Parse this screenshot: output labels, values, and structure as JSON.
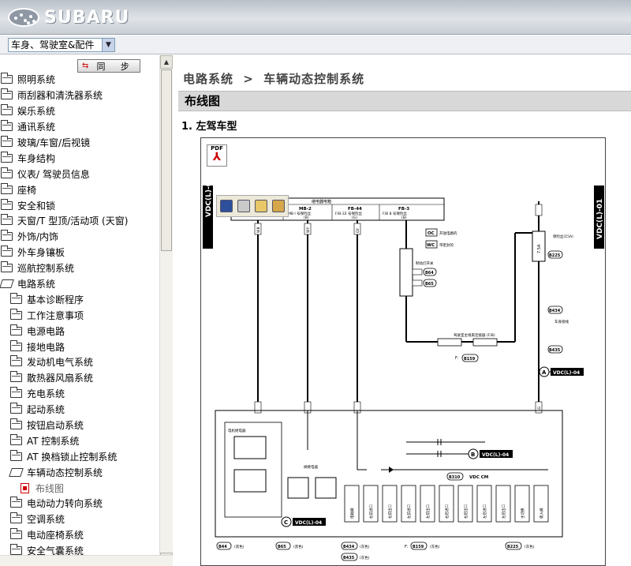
{
  "app": {
    "logo_text": "SUBARU"
  },
  "selector": {
    "value": "车身、驾驶室&配件"
  },
  "sidebar": {
    "sync_label": "同  步",
    "items": [
      {
        "label": "照明系统",
        "level": 0,
        "icon": "folder-icon"
      },
      {
        "label": "雨刮器和清洗器系统",
        "level": 0,
        "icon": "folder-icon"
      },
      {
        "label": "娱乐系统",
        "level": 0,
        "icon": "folder-icon"
      },
      {
        "label": "通讯系统",
        "level": 0,
        "icon": "folder-icon"
      },
      {
        "label": "玻璃/车窗/后视镜",
        "level": 0,
        "icon": "folder-icon"
      },
      {
        "label": "车身结构",
        "level": 0,
        "icon": "folder-icon"
      },
      {
        "label": "仪表/ 驾驶员信息",
        "level": 0,
        "icon": "folder-icon"
      },
      {
        "label": "座椅",
        "level": 0,
        "icon": "folder-icon"
      },
      {
        "label": "安全和锁",
        "level": 0,
        "icon": "folder-icon"
      },
      {
        "label": "天窗/T 型顶/活动项 (天窗)",
        "level": 0,
        "icon": "folder-icon"
      },
      {
        "label": "外饰/内饰",
        "level": 0,
        "icon": "folder-icon"
      },
      {
        "label": "外车身镶板",
        "level": 0,
        "icon": "folder-icon"
      },
      {
        "label": "巡航控制系统",
        "level": 0,
        "icon": "folder-icon"
      },
      {
        "label": "电路系统",
        "level": 0,
        "icon": "open-folder-icon"
      },
      {
        "label": "基本诊断程序",
        "level": 1,
        "icon": "folder-icon"
      },
      {
        "label": "工作注意事项",
        "level": 1,
        "icon": "folder-icon"
      },
      {
        "label": "电源电路",
        "level": 1,
        "icon": "folder-icon"
      },
      {
        "label": "接地电路",
        "level": 1,
        "icon": "folder-icon"
      },
      {
        "label": "发动机电气系统",
        "level": 1,
        "icon": "folder-icon"
      },
      {
        "label": "散热器风扇系统",
        "level": 1,
        "icon": "folder-icon"
      },
      {
        "label": "充电系统",
        "level": 1,
        "icon": "folder-icon"
      },
      {
        "label": "起动系统",
        "level": 1,
        "icon": "folder-icon"
      },
      {
        "label": "按钮启动系统",
        "level": 1,
        "icon": "folder-icon"
      },
      {
        "label": "AT 控制系统",
        "level": 1,
        "icon": "folder-icon"
      },
      {
        "label": "AT 换档锁止控制系统",
        "level": 1,
        "icon": "folder-icon"
      },
      {
        "label": "车辆动态控制系统",
        "level": 1,
        "icon": "open-folder-icon"
      },
      {
        "label": "布线图",
        "level": 2,
        "icon": "document-icon"
      },
      {
        "label": "电动动力转向系统",
        "level": 1,
        "icon": "folder-icon"
      },
      {
        "label": "空调系统",
        "level": 1,
        "icon": "folder-icon"
      },
      {
        "label": "电动座椅系统",
        "level": 1,
        "icon": "folder-icon"
      },
      {
        "label": "安全气囊系统",
        "level": 1,
        "icon": "folder-icon"
      }
    ]
  },
  "main": {
    "breadcrumb_1": "电路系统",
    "breadcrumb_sep": ">",
    "breadcrumb_2": "车辆动态控制系统",
    "section_title": "布线图",
    "subheading": "1.  左驾车型"
  },
  "diagram": {
    "pdf_label": "PDF",
    "left_tag": "VDC(L)-01",
    "right_tag": "VDC(L)-01",
    "fuse_box_title": "继电器电箱",
    "fuses": [
      {
        "id": "MB-2",
        "line1": "MB I 号保险丝",
        "line2": "(B)"
      },
      {
        "id": "FB-44",
        "line1": "F/B-33 号保险丝",
        "line2": "(G)"
      },
      {
        "id": "FB-3",
        "line1": "F/B 8 号保险丝",
        "line2": "(B)"
      }
    ],
    "legend_oc": "OC",
    "legend_oc_text": "开放电路的",
    "legend_wc": "WC",
    "legend_wc_text": "带密封的",
    "stoplight_text": "制动灯开关",
    "conn_b64": "B64",
    "conn_b65": "B65",
    "fuse_75a": "7.5A",
    "fuse_label": "保险丝(15A)",
    "conn_b225": "B225",
    "conn_b434": "B434",
    "conn_b435": "B435",
    "sw_text": "车身接线",
    "joint_text": "驾驶室主线束连接器 (F/B)",
    "joint_f": "F:",
    "conn_b159": "B159",
    "ref_a": "A",
    "ref_a_text": "VDC(L)-04",
    "ref_b": "B",
    "ref_b_text": "VDC(L)-04",
    "ref_c": "C",
    "ref_c_text": "VDC(L)-04",
    "motor_relay": "电机继电器",
    "valve_relay": "阀继电器",
    "vdc_conn": "B310",
    "vdc_cm": "VDC CM",
    "wire_codes": [
      "WB",
      "WY",
      "GY",
      "LG"
    ],
    "bottom_labels": [
      {
        "code": "B44",
        "color": "(黑色)"
      },
      {
        "code": "B65",
        "color": "(黑色)"
      },
      {
        "code": "B434",
        "color": "(灰色)"
      },
      {
        "code": "B159",
        "prefix": "F:",
        "color": "(灰色)"
      },
      {
        "code": "B225",
        "color": "(灰色)"
      }
    ],
    "bottom_b435": "B435",
    "bottom_b435_color": "(灰色)",
    "module_labels": [
      "电磁阀",
      "右前进口",
      "右前出口",
      "左前进口",
      "左前出口",
      "右后进口",
      "右后出口",
      "左后进口",
      "左后出口",
      "主切换",
      "吸入阀"
    ]
  }
}
